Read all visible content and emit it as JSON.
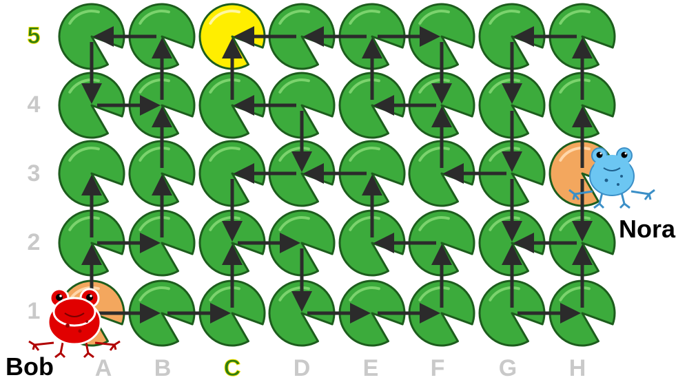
{
  "board": {
    "columns": [
      "A",
      "B",
      "C",
      "D",
      "E",
      "F",
      "G",
      "H"
    ],
    "rows": [
      "1",
      "2",
      "3",
      "4",
      "5"
    ],
    "highlight_column": "C",
    "highlight_row": "5",
    "target_pad": "C5",
    "colors": {
      "pad": "#3cab3c",
      "pad_dark": "#1d5d1d",
      "pad_shine": "#7bd36d",
      "target": "#ffee00",
      "start": "#f3a75e",
      "arrow": "#2b2b2b",
      "label": "#c9c9c9",
      "label_highlight": "#2f7d12"
    },
    "arrows": [
      [
        "A5",
        "A4"
      ],
      [
        "B5",
        "A5"
      ],
      [
        "B4",
        "B5"
      ],
      [
        "A4",
        "B4"
      ],
      [
        "B3",
        "B4"
      ],
      [
        "B2",
        "B3"
      ],
      [
        "A2",
        "B2"
      ],
      [
        "A1",
        "A2"
      ],
      [
        "A2",
        "A3"
      ],
      [
        "A1",
        "B1"
      ],
      [
        "B1",
        "C1"
      ],
      [
        "C1",
        "C2"
      ],
      [
        "C2",
        "D2"
      ],
      [
        "C3",
        "C2"
      ],
      [
        "D3",
        "C3"
      ],
      [
        "D4",
        "D3"
      ],
      [
        "E3",
        "D3"
      ],
      [
        "D4",
        "C4"
      ],
      [
        "C4",
        "C5"
      ],
      [
        "D5",
        "C5"
      ],
      [
        "E5",
        "D5"
      ],
      [
        "E5",
        "F5"
      ],
      [
        "F5",
        "F4"
      ],
      [
        "E4",
        "E5"
      ],
      [
        "F4",
        "E4"
      ],
      [
        "F3",
        "F4"
      ],
      [
        "G3",
        "F3"
      ],
      [
        "E2",
        "E3"
      ],
      [
        "F2",
        "E2"
      ],
      [
        "F1",
        "F2"
      ],
      [
        "E1",
        "F1"
      ],
      [
        "D2",
        "D1"
      ],
      [
        "D1",
        "E1"
      ],
      [
        "G1",
        "G2"
      ],
      [
        "G1",
        "H1"
      ],
      [
        "H1",
        "H2"
      ],
      [
        "H2",
        "G2"
      ],
      [
        "H3",
        "H2"
      ],
      [
        "H4",
        "H5"
      ],
      [
        "H5",
        "G5"
      ],
      [
        "G5",
        "G4"
      ],
      [
        "G4",
        "G3"
      ],
      [
        "G3",
        "G2"
      ],
      [
        "H3",
        "H4"
      ]
    ]
  },
  "frogs": [
    {
      "name": "Bob",
      "position": "A1",
      "color": "#e10000"
    },
    {
      "name": "Nora",
      "position": "H3",
      "color": "#6cc6f2"
    }
  ]
}
